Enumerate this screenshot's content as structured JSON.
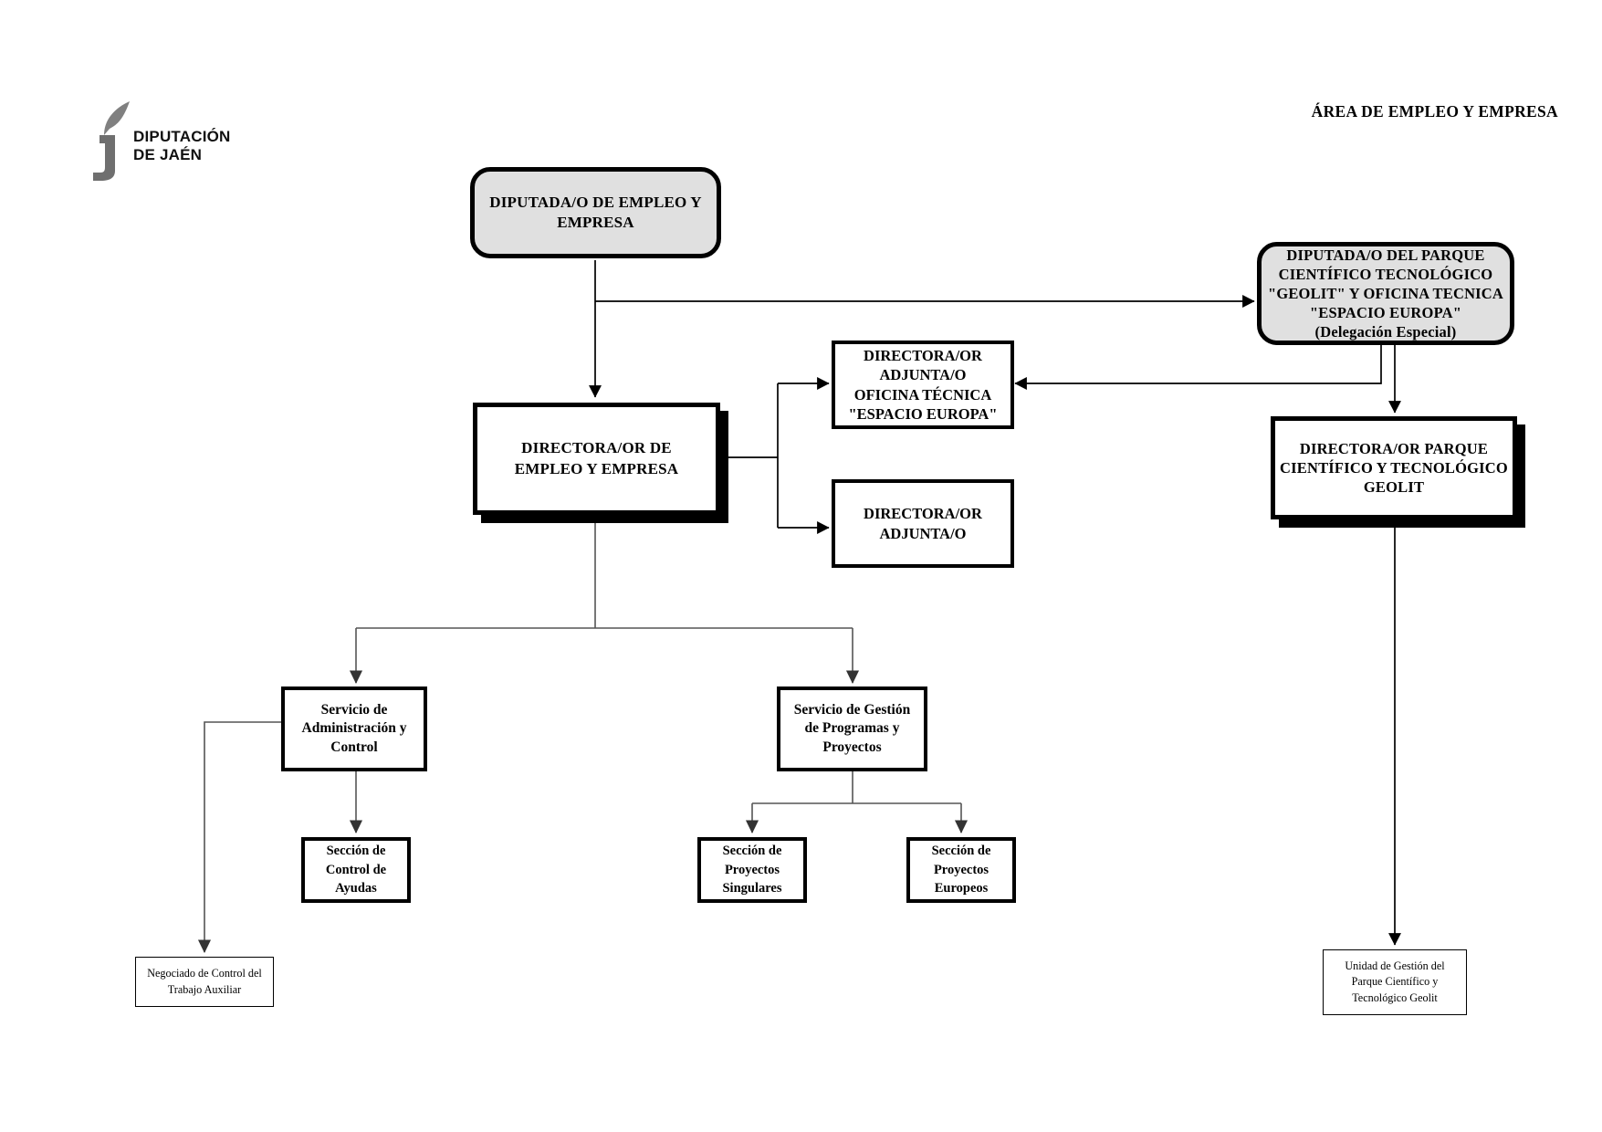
{
  "header": {
    "area_title": "ÁREA DE EMPLEO Y EMPRESA",
    "logo_line1": "DIPUTACIÓN",
    "logo_line2": "DE JAÉN"
  },
  "chart_data": {
    "type": "diagram",
    "title": "ÁREA DE EMPLEO Y EMPRESA",
    "subtype": "organization-chart",
    "nodes": [
      {
        "id": "diputada-empleo",
        "label": "DIPUTADA/O DE EMPLEO Y EMPRESA",
        "lines": [
          "DIPUTADA/O DE EMPLEO Y",
          "EMPRESA"
        ],
        "style": "rounded-gray",
        "level": 0
      },
      {
        "id": "diputada-geolit",
        "label": "DIPUTADA/O DEL  PARQUE CIENTÍFICO TECNOLÓGICO \"GEOLIT\" Y OFICINA TECNICA \"ESPACIO EUROPA\" (Delegación Especial)",
        "lines": [
          "DIPUTADA/O DEL  PARQUE",
          "CIENTÍFICO TECNOLÓGICO",
          "\"GEOLIT\" Y OFICINA TECNICA",
          "\"ESPACIO EUROPA\"",
          "(Delegación Especial)"
        ],
        "style": "rounded-gray",
        "level": 0
      },
      {
        "id": "directora-empleo",
        "label": "DIRECTORA/OR DE EMPLEO Y EMPRESA",
        "lines": [
          "DIRECTORA/OR DE",
          "EMPLEO Y EMPRESA"
        ],
        "style": "shadow-box",
        "level": 1
      },
      {
        "id": "directora-adjunta-oficina",
        "label": "DIRECTORA/OR ADJUNTA/O OFICINA TÉCNICA \"ESPACIO EUROPA\"",
        "lines": [
          "DIRECTORA/OR",
          "ADJUNTA/O",
          "OFICINA TÉCNICA",
          "\"ESPACIO EUROPA\""
        ],
        "style": "thick-box",
        "level": 2
      },
      {
        "id": "directora-adjunta",
        "label": "DIRECTORA/OR ADJUNTA/O",
        "lines": [
          "DIRECTORA/OR",
          "ADJUNTA/O"
        ],
        "style": "thick-box",
        "level": 2
      },
      {
        "id": "directora-geolit",
        "label": "DIRECTORA/OR PARQUE CIENTÍFICO Y TECNOLÓGICO GEOLIT",
        "lines": [
          "DIRECTORA/OR PARQUE",
          "CIENTÍFICO Y TECNOLÓGICO",
          "GEOLIT"
        ],
        "style": "shadow-box",
        "level": 1
      },
      {
        "id": "servicio-administracion",
        "label": "Servicio de Administración y Control",
        "lines": [
          "Servicio de",
          "Administración y",
          "Control"
        ],
        "style": "thick-box",
        "level": 2
      },
      {
        "id": "servicio-programas",
        "label": "Servicio de Gestión de Programas y Proyectos",
        "lines": [
          "Servicio de Gestión",
          "de Programas y",
          "Proyectos"
        ],
        "style": "thick-box",
        "level": 2
      },
      {
        "id": "seccion-control-ayudas",
        "label": "Sección de Control de Ayudas",
        "lines": [
          "Sección de",
          "Control de",
          "Ayudas"
        ],
        "style": "thick-box",
        "level": 3
      },
      {
        "id": "seccion-proyectos-singulares",
        "label": "Sección de Proyectos Singulares",
        "lines": [
          "Sección de",
          "Proyectos",
          "Singulares"
        ],
        "style": "thick-box",
        "level": 3
      },
      {
        "id": "seccion-proyectos-europeos",
        "label": "Sección de Proyectos Europeos",
        "lines": [
          "Sección de",
          "Proyectos",
          "Europeos"
        ],
        "style": "thick-box",
        "level": 3
      },
      {
        "id": "negociado-control",
        "label": "Negociado de Control del Trabajo Auxiliar",
        "lines": [
          "Negociado de Control del",
          "Trabajo Auxiliar"
        ],
        "style": "thin-box",
        "level": 4
      },
      {
        "id": "unidad-gestion-geolit",
        "label": "Unidad de Gestión del Parque Científico y Tecnológico Geolit",
        "lines": [
          "Unidad de Gestión del",
          "Parque Científico y",
          "Tecnológico Geolit"
        ],
        "style": "thin-box",
        "level": 2
      }
    ],
    "edges": [
      {
        "from": "diputada-empleo",
        "to": "directora-empleo",
        "kind": "vertical-arrow"
      },
      {
        "from": "diputada-empleo",
        "to": "diputada-geolit",
        "kind": "elbow-right-arrow"
      },
      {
        "from": "directora-empleo",
        "to": "directora-adjunta-oficina",
        "kind": "elbow-right-arrow"
      },
      {
        "from": "directora-empleo",
        "to": "directora-adjunta",
        "kind": "elbow-right-arrow"
      },
      {
        "from": "diputada-geolit",
        "to": "directora-adjunta-oficina",
        "kind": "elbow-left-arrow"
      },
      {
        "from": "diputada-geolit",
        "to": "directora-geolit",
        "kind": "vertical-arrow"
      },
      {
        "from": "directora-empleo",
        "to": "servicio-administracion",
        "kind": "tree-branch"
      },
      {
        "from": "directora-empleo",
        "to": "servicio-programas",
        "kind": "tree-branch"
      },
      {
        "from": "servicio-administracion",
        "to": "seccion-control-ayudas",
        "kind": "vertical-arrow"
      },
      {
        "from": "servicio-administracion",
        "to": "negociado-control",
        "kind": "elbow-left-arrow"
      },
      {
        "from": "servicio-programas",
        "to": "seccion-proyectos-singulares",
        "kind": "tree-branch"
      },
      {
        "from": "servicio-programas",
        "to": "seccion-proyectos-europeos",
        "kind": "tree-branch"
      },
      {
        "from": "directora-geolit",
        "to": "unidad-gestion-geolit",
        "kind": "vertical-arrow"
      }
    ]
  },
  "nodes": {
    "diputada_empleo": {
      "line1": "DIPUTADA/O DE EMPLEO Y",
      "line2": "EMPRESA"
    },
    "diputada_geolit": {
      "line1": "DIPUTADA/O DEL  PARQUE",
      "line2": "CIENTÍFICO TECNOLÓGICO",
      "line3": "\"GEOLIT\" Y OFICINA TECNICA",
      "line4": "\"ESPACIO EUROPA\"",
      "line5": "(Delegación Especial)"
    },
    "directora_empleo": {
      "line1": "DIRECTORA/OR DE",
      "line2": "EMPLEO Y EMPRESA"
    },
    "directora_adjunta_oficina": {
      "line1": "DIRECTORA/OR",
      "line2": "ADJUNTA/O",
      "line3": "OFICINA TÉCNICA",
      "line4": "\"ESPACIO EUROPA\""
    },
    "directora_adjunta": {
      "line1": "DIRECTORA/OR",
      "line2": "ADJUNTA/O"
    },
    "directora_geolit": {
      "line1": "DIRECTORA/OR PARQUE",
      "line2": "CIENTÍFICO Y TECNOLÓGICO",
      "line3": "GEOLIT"
    },
    "servicio_administracion": {
      "line1": "Servicio de",
      "line2": "Administración y",
      "line3": "Control"
    },
    "servicio_programas": {
      "line1": "Servicio de Gestión",
      "line2": "de Programas y",
      "line3": "Proyectos"
    },
    "seccion_control_ayudas": {
      "line1": "Sección de",
      "line2": "Control de",
      "line3": "Ayudas"
    },
    "seccion_proyectos_singulares": {
      "line1": "Sección de",
      "line2": "Proyectos",
      "line3": "Singulares"
    },
    "seccion_proyectos_europeos": {
      "line1": "Sección de",
      "line2": "Proyectos",
      "line3": "Europeos"
    },
    "negociado_control": {
      "line1": "Negociado de Control del",
      "line2": "Trabajo Auxiliar"
    },
    "unidad_gestion_geolit": {
      "line1": "Unidad de Gestión del",
      "line2": "Parque Científico y",
      "line3": "Tecnológico Geolit"
    }
  },
  "colors": {
    "box_fill_gray": "#e0e0e0",
    "box_fill_white": "#ffffff",
    "stroke": "#000000",
    "logo_gray": "#808080",
    "page_bg": "#ffffff"
  }
}
